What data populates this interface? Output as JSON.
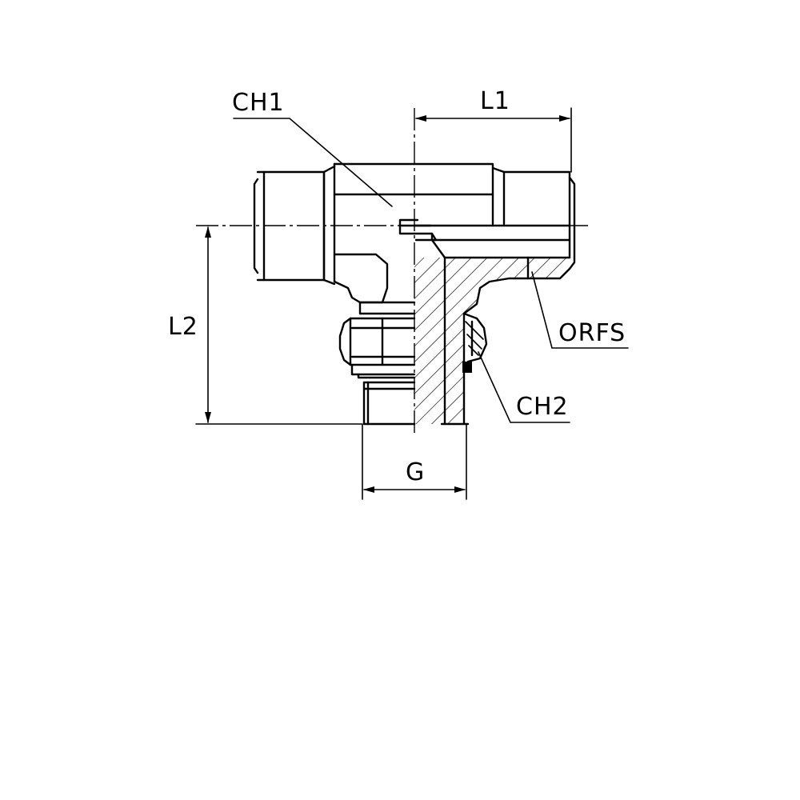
{
  "labels": {
    "ch1": "CH1",
    "l1": "L1",
    "l2": "L2",
    "orfs": "ORFS",
    "ch2": "CH2",
    "g": "G"
  }
}
